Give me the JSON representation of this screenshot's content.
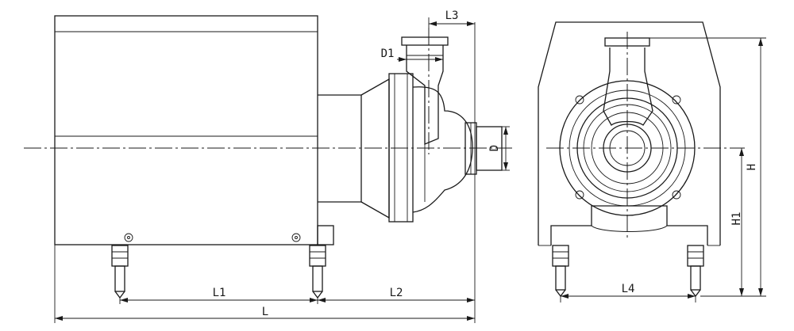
{
  "labels": {
    "L": "L",
    "L1": "L1",
    "L2": "L2",
    "L3": "L3",
    "L4": "L4",
    "D": "D",
    "D1": "D1",
    "H": "H",
    "H1": "H1"
  }
}
